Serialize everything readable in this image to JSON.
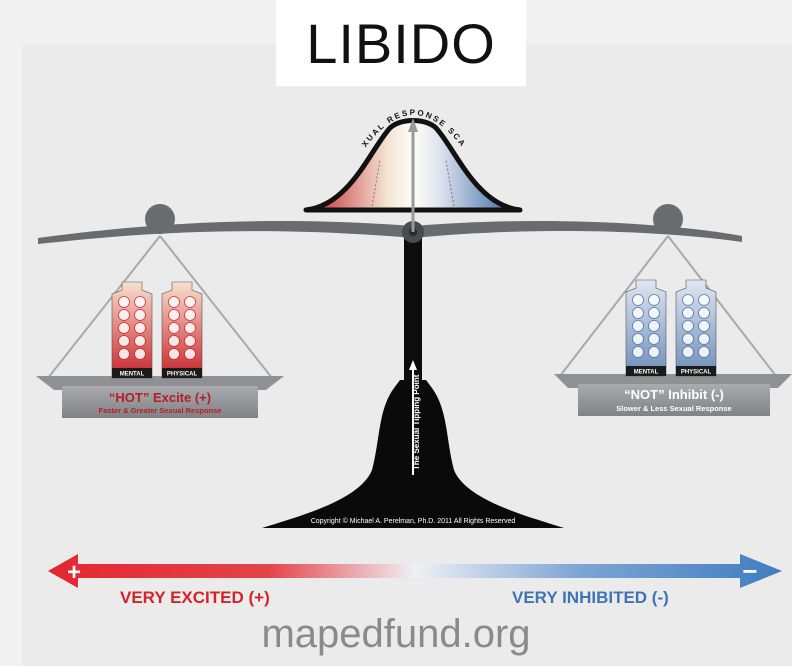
{
  "title": "LIBIDO",
  "scale_label": "SEXUAL RESPONSE SCALE",
  "tipping_point_label": "The Sexual Tipping Point",
  "copyright": "Copyright © Michael A. Perelman, Ph.D. 2011 All Rights Reserved",
  "left_pan": {
    "heading": "“HOT” Excite (+)",
    "subheading": "Faster & Greater Sexual Response",
    "column_labels": [
      "MENTAL",
      "PHYSICAL"
    ],
    "color": "#c8222a"
  },
  "right_pan": {
    "heading": "“NOT” Inhibit (-)",
    "subheading": "Slower & Less Sexual Response",
    "column_labels": [
      "MENTAL",
      "PHYSICAL"
    ],
    "color": "#3f6ea8"
  },
  "axis": {
    "plus_symbol": "+",
    "minus_symbol": "−",
    "left_label": "VERY EXCITED (+)",
    "right_label": "VERY INHIBITED (-)",
    "left_color": "#e4262f",
    "right_color": "#3f7dc0"
  },
  "watermark": "mapedfund.org"
}
